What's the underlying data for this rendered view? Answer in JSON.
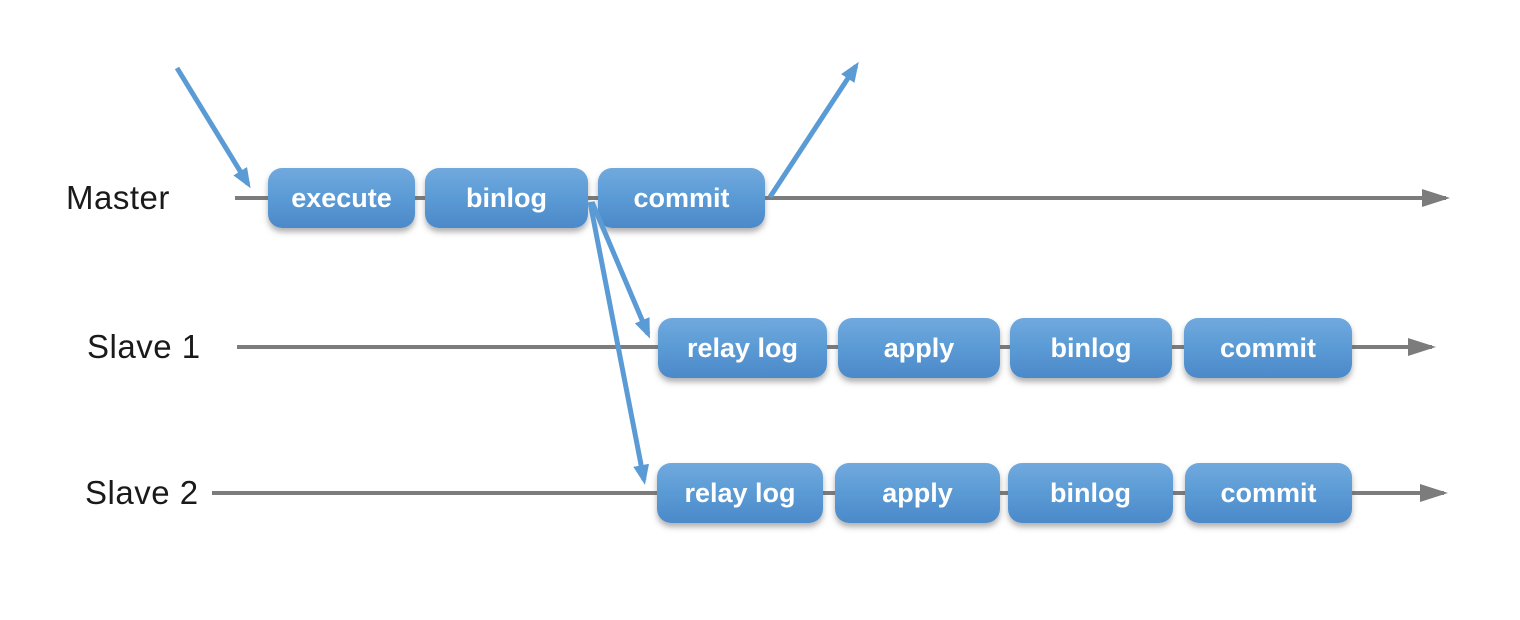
{
  "diagram": {
    "lanes": [
      {
        "label": "Master",
        "boxes": [
          {
            "label": "execute"
          },
          {
            "label": "binlog"
          },
          {
            "label": "commit"
          }
        ]
      },
      {
        "label": "Slave 1",
        "boxes": [
          {
            "label": "relay log"
          },
          {
            "label": "apply"
          },
          {
            "label": "binlog"
          },
          {
            "label": "commit"
          }
        ]
      },
      {
        "label": "Slave 2",
        "boxes": [
          {
            "label": "relay log"
          },
          {
            "label": "apply"
          },
          {
            "label": "binlog"
          },
          {
            "label": "commit"
          }
        ]
      }
    ],
    "arrows": [
      {
        "name": "client-request-arrow"
      },
      {
        "name": "client-response-arrow"
      },
      {
        "name": "binlog-to-slave1-arrow"
      },
      {
        "name": "binlog-to-slave2-arrow"
      }
    ],
    "colors": {
      "node_top": "#71A9DE",
      "node_mid": "#5B9BD5",
      "node_bottom": "#4B89C9",
      "node_text": "#FFFFFF",
      "timeline": "#7C7C7C",
      "arrow": "#5B9BD5",
      "label_text": "#1A1A1A"
    }
  }
}
